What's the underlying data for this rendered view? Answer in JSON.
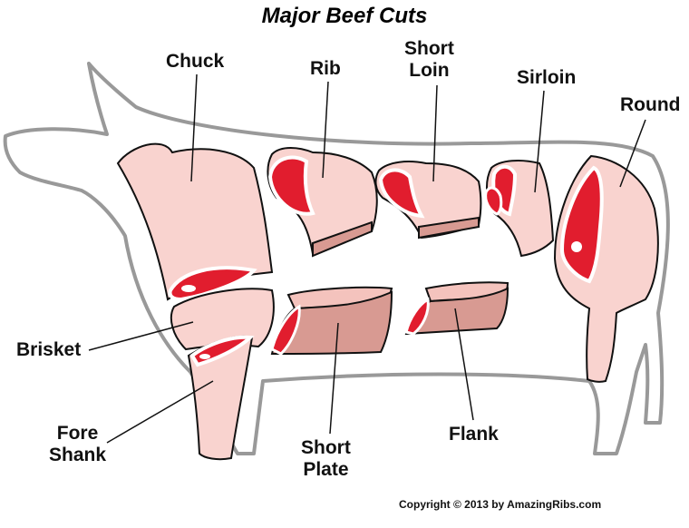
{
  "title": "Major Beef Cuts",
  "copyright": "Copyright © 2013 by AmazingRibs.com",
  "labels": {
    "chuck": "Chuck",
    "rib": "Rib",
    "short_loin": [
      "Short",
      "Loin"
    ],
    "sirloin": "Sirloin",
    "round": "Round",
    "brisket": "Brisket",
    "fore_shank": [
      "Fore",
      "Shank"
    ],
    "short_plate": [
      "Short",
      "Plate"
    ],
    "flank": "Flank"
  },
  "colors": {
    "outline": "#999999",
    "fat": "#f9d3cf",
    "fat_side": "#f1b8b2",
    "meat": "#e11d2e",
    "plate_face": "#d89a92",
    "plate_top": "#f4c3bd"
  }
}
